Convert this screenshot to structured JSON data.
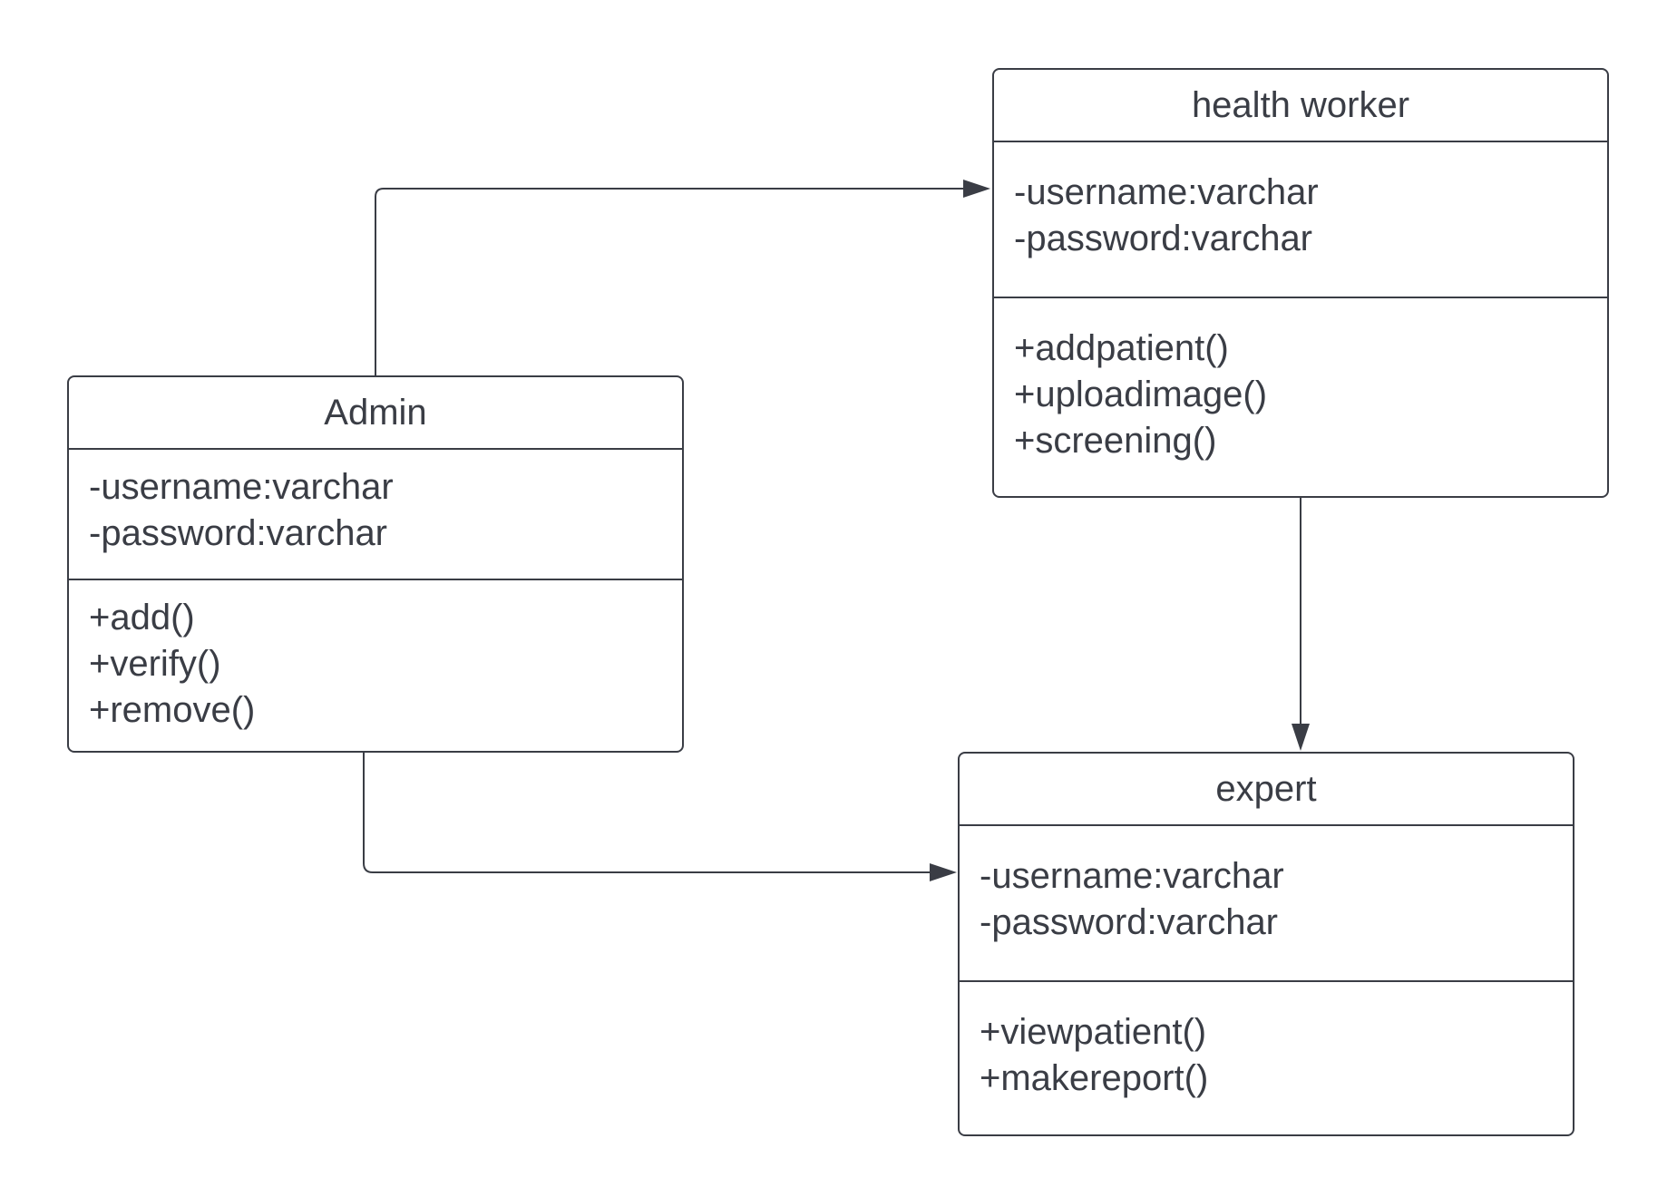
{
  "diagram": {
    "classes": [
      {
        "id": "health",
        "name": "health worker",
        "attributes": [
          "-username:varchar",
          "-password:varchar"
        ],
        "methods": [
          "+addpatient()",
          "+uploadimage()",
          "+screening()"
        ]
      },
      {
        "id": "admin",
        "name": "Admin",
        "attributes": [
          "-username:varchar",
          "-password:varchar"
        ],
        "methods": [
          "+add()",
          "+verify()",
          "+remove()"
        ]
      },
      {
        "id": "expert",
        "name": "expert",
        "attributes": [
          "-username:varchar",
          "-password:varchar"
        ],
        "methods": [
          "+viewpatient()",
          "+makereport()"
        ]
      }
    ],
    "connections": [
      {
        "from": "Admin",
        "to": "health worker",
        "type": "directed-association"
      },
      {
        "from": "Admin",
        "to": "expert",
        "type": "directed-association"
      },
      {
        "from": "health worker",
        "to": "expert",
        "type": "directed-association"
      }
    ],
    "colors": {
      "stroke": "#3a3d45",
      "text": "#3a3d45",
      "background": "#ffffff"
    }
  }
}
